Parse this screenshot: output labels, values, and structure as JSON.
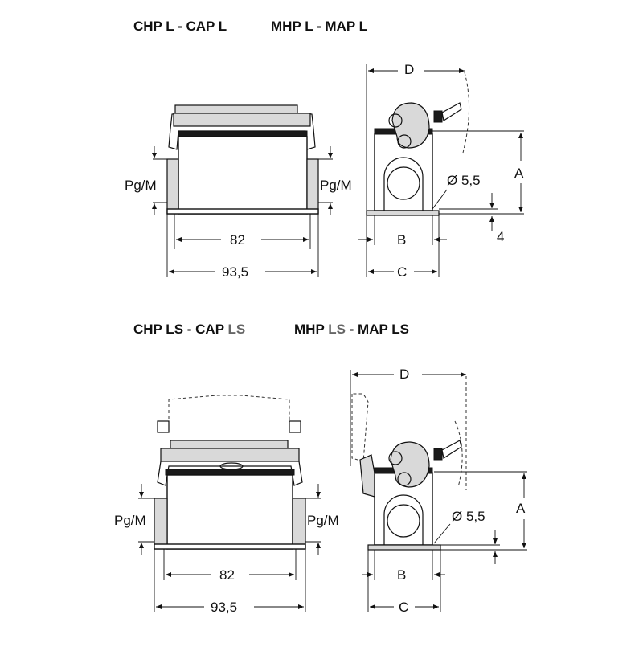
{
  "colors": {
    "line": "#111111",
    "fill_grey": "#d9d9d9",
    "fill_dark": "#1a1a1a",
    "text_grey": "#666666"
  },
  "top": {
    "title_part1": "CHP L - CAP L",
    "title_part2": "MHP L - MAP L",
    "front": {
      "pg_left": "Pg/M",
      "pg_right": "Pg/M",
      "dim_inner": "82",
      "dim_outer": "93,5"
    },
    "side": {
      "D": "D",
      "A": "A",
      "B": "B",
      "C": "C",
      "four": "4",
      "hole": "Ø 5,5"
    }
  },
  "bottom": {
    "title_a": "CHP LS - CAP ",
    "title_b": "LS",
    "title_c": "MHP ",
    "title_d": "LS",
    "title_e": " - MAP LS",
    "front": {
      "pg_left": "Pg/M",
      "pg_right": "Pg/M",
      "dim_inner": "82",
      "dim_outer": "93,5"
    },
    "side": {
      "D": "D",
      "A": "A",
      "B": "B",
      "C": "C",
      "hole": "Ø 5,5"
    }
  }
}
